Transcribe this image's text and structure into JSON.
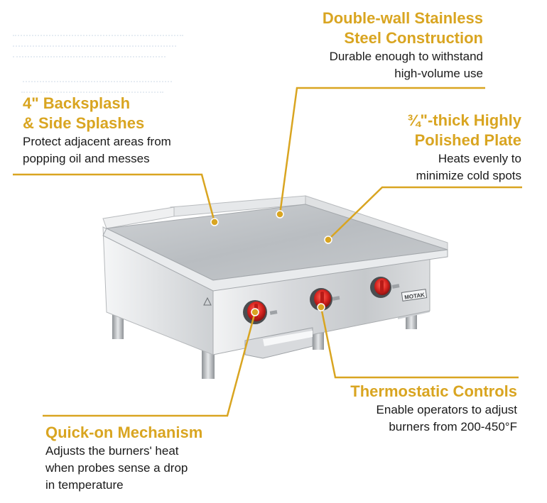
{
  "callouts": {
    "double_wall": {
      "title_line1": "Double-wall Stainless",
      "title_line2": "Steel Construction",
      "body_line1": "Durable enough to withstand",
      "body_line2": "high-volume use"
    },
    "backsplash": {
      "title_line1": "4\" Backsplash",
      "title_line2": "& Side Splashes",
      "body_line1": "Protect adjacent areas from",
      "body_line2": "popping oil and messes"
    },
    "plate": {
      "title_line1": "¾\"-thick Highly",
      "title_line2": "Polished Plate",
      "body_line1": "Heats evenly to",
      "body_line2": "minimize cold spots"
    },
    "thermostatic": {
      "title": "Thermostatic Controls",
      "body_line1": "Enable operators to adjust",
      "body_line2": "burners from 200-450°F"
    },
    "quick_on": {
      "title": "Quick-on Mechanism",
      "body_line1": "Adjusts the burners' heat",
      "body_line2": "when probes sense a drop",
      "body_line3": "in temperature"
    }
  },
  "product": {
    "brand_badge": "MOTAK"
  },
  "colors": {
    "accent": "#d9a521",
    "text": "#1a1a1a",
    "knob_red": "#d9241f",
    "steel_light": "#e4e6e8",
    "steel_dark": "#9ea2a6"
  }
}
